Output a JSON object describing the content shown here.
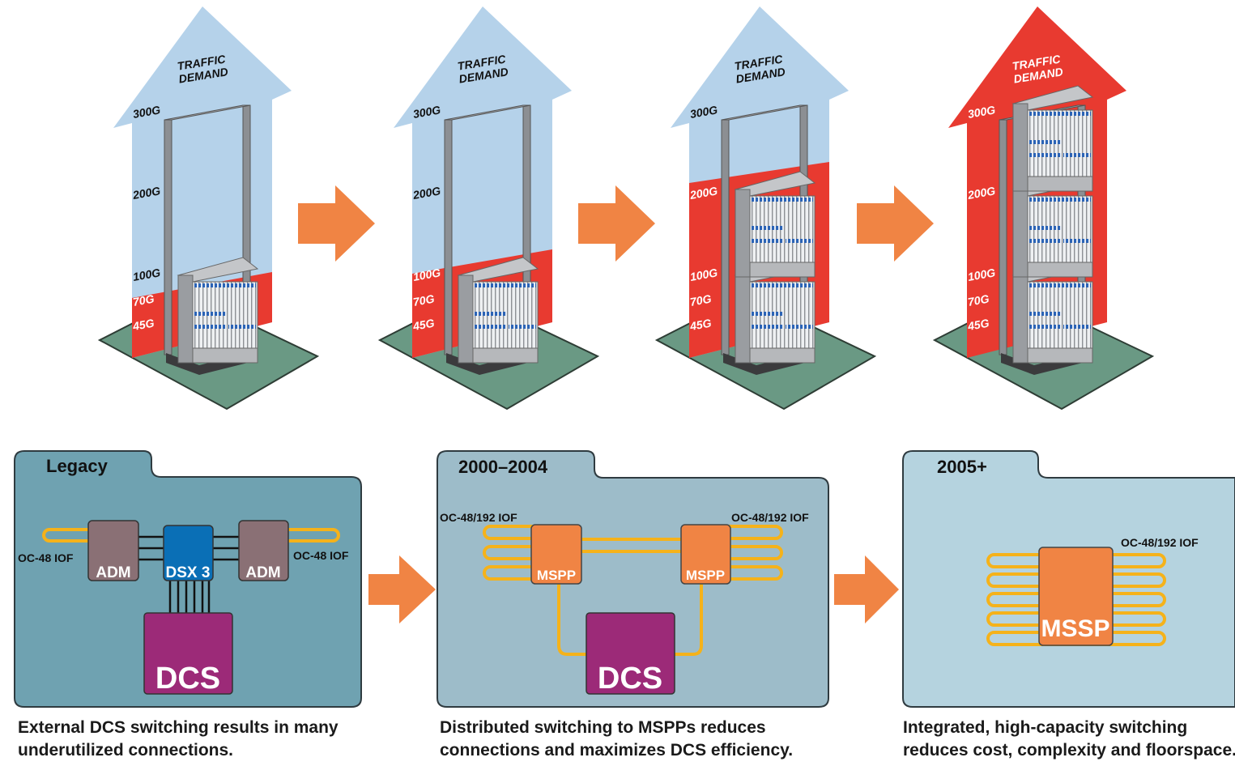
{
  "colors": {
    "demand_blue": "#b5d2ea",
    "fill_red": "#e83a30",
    "floor_green": "#6a9984",
    "step_arrow": "#f08444",
    "panel1_bg": "#6fa2b1",
    "panel2_bg": "#9dbcc9",
    "panel3_bg": "#b5d3df",
    "adm": "#8a7075",
    "dsx": "#0a6fb6",
    "dcs": "#9c2a78",
    "mspp": "#f08444",
    "fiber": "#f5b21a"
  },
  "stages": [
    {
      "label": "TRAFFIC\nDEMAND",
      "label_line1": "TRAFFIC",
      "label_line2": "DEMAND",
      "arrow_color": "blue",
      "fill_level": "70G",
      "shelves": 1,
      "levels": [
        {
          "label": "300G",
          "on_red": false
        },
        {
          "label": "200G",
          "on_red": false
        },
        {
          "label": "100G",
          "on_red": false
        },
        {
          "label": "70G",
          "on_red": true
        },
        {
          "label": "45G",
          "on_red": true
        }
      ]
    },
    {
      "label_line1": "TRAFFIC",
      "label_line2": "DEMAND",
      "arrow_color": "blue",
      "fill_level": "100G",
      "shelves": 1,
      "levels": [
        {
          "label": "300G",
          "on_red": false
        },
        {
          "label": "200G",
          "on_red": false
        },
        {
          "label": "100G",
          "on_red": true
        },
        {
          "label": "70G",
          "on_red": true
        },
        {
          "label": "45G",
          "on_red": true
        }
      ]
    },
    {
      "label_line1": "TRAFFIC",
      "label_line2": "DEMAND",
      "arrow_color": "blue",
      "fill_level": "200G",
      "shelves": 2,
      "levels": [
        {
          "label": "300G",
          "on_red": false
        },
        {
          "label": "200G",
          "on_red": true
        },
        {
          "label": "100G",
          "on_red": true
        },
        {
          "label": "70G",
          "on_red": true
        },
        {
          "label": "45G",
          "on_red": true
        }
      ]
    },
    {
      "label_line1": "TRAFFIC",
      "label_line2": "DEMAND",
      "arrow_color": "red",
      "fill_level": "300G",
      "shelves": 3,
      "levels": [
        {
          "label": "300G",
          "on_red": true
        },
        {
          "label": "200G",
          "on_red": true
        },
        {
          "label": "100G",
          "on_red": true
        },
        {
          "label": "70G",
          "on_red": true
        },
        {
          "label": "45G",
          "on_red": true
        }
      ]
    }
  ],
  "panels": [
    {
      "tab": "Legacy",
      "left_link": "OC-48 IOF",
      "right_link": "OC-48 IOF",
      "adm_left": "ADM",
      "dsx": "DSX 3",
      "adm_right": "ADM",
      "dcs": "DCS",
      "caption_line1": "External DCS switching results in many",
      "caption_line2": "underutilized connections."
    },
    {
      "tab": "2000–2004",
      "left_link": "OC-48/192 IOF",
      "right_link": "OC-48/192 IOF",
      "mspp_left": "MSPP",
      "mspp_right": "MSPP",
      "dcs": "DCS",
      "caption_line1": "Distributed switching to MSPPs reduces",
      "caption_line2": "connections and maximizes DCS efficiency."
    },
    {
      "tab": "2005+",
      "link": "OC-48/192 IOF",
      "mssp": "MSSP",
      "caption_line1": "Integrated, high-capacity switching",
      "caption_line2": "reduces cost, complexity and floorspace."
    }
  ]
}
